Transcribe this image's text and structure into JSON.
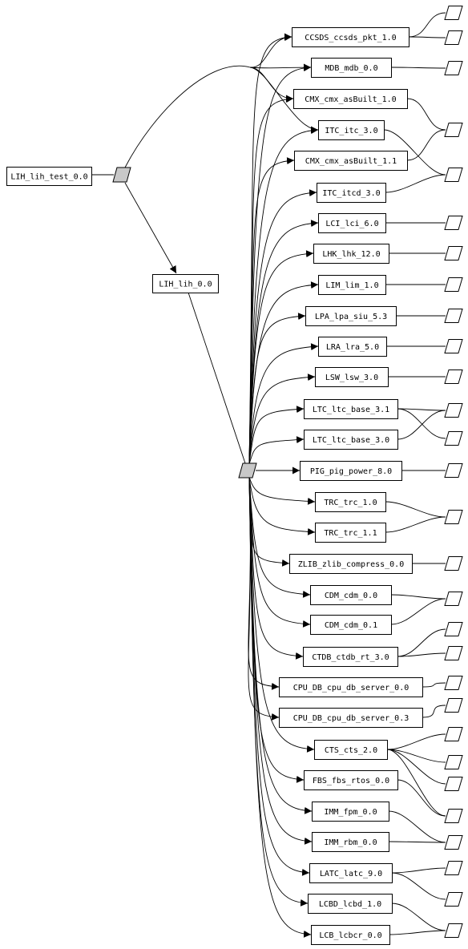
{
  "root": {
    "label": "LIH_lih_test_0.0"
  },
  "lih": {
    "label": "LIH_lih_0.0"
  },
  "packages": [
    {
      "key": "ccsds",
      "label": "CCSDS_ccsds_pkt_1.0"
    },
    {
      "key": "mdb",
      "label": "MDB_mdb_0.0"
    },
    {
      "key": "cmx10",
      "label": "CMX_cmx_asBuilt_1.0"
    },
    {
      "key": "itc",
      "label": "ITC_itc_3.0"
    },
    {
      "key": "cmx11",
      "label": "CMX_cmx_asBuilt_1.1"
    },
    {
      "key": "itcd",
      "label": "ITC_itcd_3.0"
    },
    {
      "key": "lci",
      "label": "LCI_lci_6.0"
    },
    {
      "key": "lhk",
      "label": "LHK_lhk_12.0"
    },
    {
      "key": "lim",
      "label": "LIM_lim_1.0"
    },
    {
      "key": "lpa",
      "label": "LPA_lpa_siu_5.3"
    },
    {
      "key": "lra",
      "label": "LRA_lra_5.0"
    },
    {
      "key": "lsw",
      "label": "LSW_lsw_3.0"
    },
    {
      "key": "ltc31",
      "label": "LTC_ltc_base_3.1"
    },
    {
      "key": "ltc30",
      "label": "LTC_ltc_base_3.0"
    },
    {
      "key": "pig",
      "label": "PIG_pig_power_8.0"
    },
    {
      "key": "trc10",
      "label": "TRC_trc_1.0"
    },
    {
      "key": "trc11",
      "label": "TRC_trc_1.1"
    },
    {
      "key": "zlib",
      "label": "ZLIB_zlib_compress_0.0"
    },
    {
      "key": "cdm00",
      "label": "CDM_cdm_0.0"
    },
    {
      "key": "cdm01",
      "label": "CDM_cdm_0.1"
    },
    {
      "key": "ctdb",
      "label": "CTDB_ctdb_rt_3.0"
    },
    {
      "key": "cpudb00",
      "label": "CPU_DB_cpu_db_server_0.0"
    },
    {
      "key": "cpudb03",
      "label": "CPU_DB_cpu_db_server_0.3"
    },
    {
      "key": "cts",
      "label": "CTS_cts_2.0"
    },
    {
      "key": "fbs",
      "label": "FBS_fbs_rtos_0.0"
    },
    {
      "key": "imm_fpm",
      "label": "IMM_fpm_0.0"
    },
    {
      "key": "imm_rbm",
      "label": "IMM_rbm_0.0"
    },
    {
      "key": "latc",
      "label": "LATC_latc_9.0"
    },
    {
      "key": "lcbd",
      "label": "LCBD_lcbd_1.0"
    },
    {
      "key": "lcb",
      "label": "LCB_lcbcr_0.0"
    }
  ],
  "colors": {
    "line": "#000000",
    "hub_fill": "#c8c8c8",
    "node_fill": "#ffffff",
    "background": "#ffffff"
  }
}
